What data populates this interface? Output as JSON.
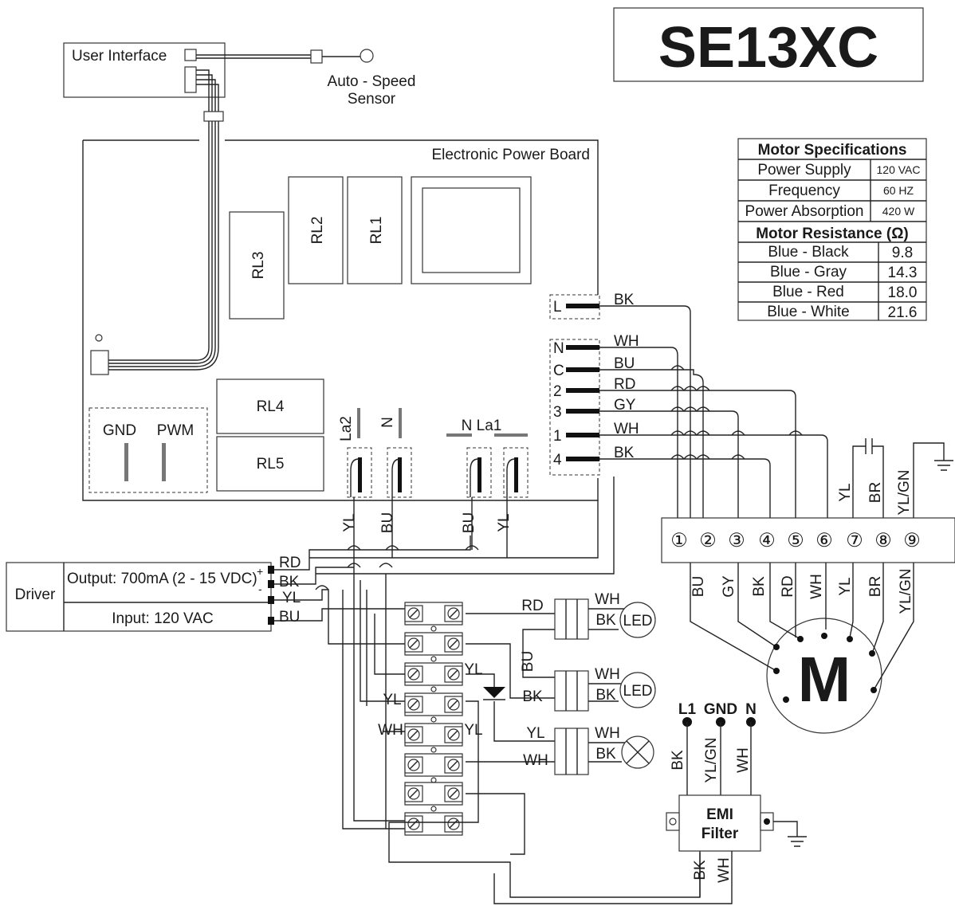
{
  "model": "SE13XC",
  "user_interface": "User Interface",
  "auto_speed_sensor": [
    "Auto - Speed",
    "Sensor"
  ],
  "power_board": "Electronic Power Board",
  "relays": [
    "RL1",
    "RL2",
    "RL3",
    "RL4",
    "RL5"
  ],
  "gnd": "GND",
  "pwm": "PWM",
  "la2": "La2",
  "n": "N",
  "n_la1": "N La1",
  "terminals": [
    {
      "pin": "L",
      "wire": "BK"
    },
    {
      "pin": "N",
      "wire": "WH"
    },
    {
      "pin": "C",
      "wire": "BU"
    },
    {
      "pin": "2",
      "wire": "RD"
    },
    {
      "pin": "3",
      "wire": "GY"
    },
    {
      "pin": "1",
      "wire": "WH"
    },
    {
      "pin": "4",
      "wire": "BK"
    }
  ],
  "motor_specs": {
    "title": "Motor Specifications",
    "rows": [
      {
        "label": "Power Supply",
        "value": "120 VAC"
      },
      {
        "label": "Frequency",
        "value": "60 HZ"
      },
      {
        "label": "Power Absorption",
        "value": "420 W"
      }
    ]
  },
  "motor_resistance": {
    "title": "Motor Resistance (Ω)",
    "rows": [
      {
        "label": "Blue - Black",
        "value": "9.8"
      },
      {
        "label": "Blue - Gray",
        "value": "14.3"
      },
      {
        "label": "Blue - Red",
        "value": "18.0"
      },
      {
        "label": "Blue - White",
        "value": "21.6"
      }
    ]
  },
  "motor_block_numbers": [
    "①",
    "②",
    "③",
    "④",
    "⑤",
    "⑥",
    "⑦",
    "⑧",
    "⑨"
  ],
  "motor_top_wires": [
    "YL",
    "BR",
    "YL/GN"
  ],
  "motor_bottom_wires": [
    "BU",
    "GY",
    "BK",
    "RD",
    "WH",
    "YL",
    "BR",
    "YL/GN"
  ],
  "motor": "M",
  "driver": {
    "label": "Driver",
    "output": "Output: 700mA (2 - 15 VDC)",
    "plus": "+",
    "minus": "-",
    "input": "Input: 120 VAC",
    "wires": [
      "RD",
      "BK",
      "YL",
      "BU"
    ]
  },
  "board_bottom_wires": [
    "YL",
    "BU",
    "BU",
    "YL"
  ],
  "led1": {
    "left": "RD",
    "right_top": "WH",
    "right_bottom": "BK",
    "label": "LED"
  },
  "led2": {
    "left": "BK",
    "right_top": "WH",
    "right_bottom": "BK",
    "label": "LED"
  },
  "lamp": {
    "left_top": "YL",
    "left_bottom": "WH",
    "right_top": "WH",
    "right_bottom": "BK"
  },
  "bu_vertical": "BU",
  "terminal_labels": {
    "yl1": "YL",
    "yl2": "YL",
    "yl3": "YL",
    "wh1": "WH"
  },
  "mains": {
    "l1": "L1",
    "gnd": "GND",
    "n": "N",
    "wires": [
      "BK",
      "YL/GN",
      "WH"
    ]
  },
  "emi": [
    "EMI",
    "Filter"
  ],
  "emi_bottom": [
    "BK",
    "WH"
  ]
}
